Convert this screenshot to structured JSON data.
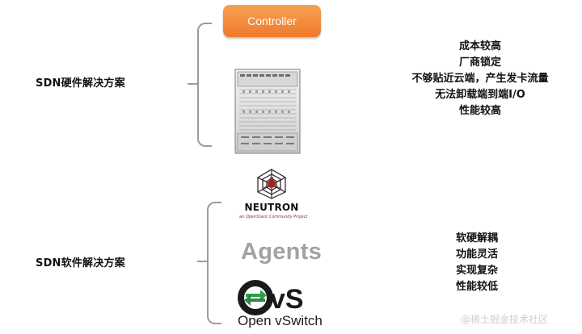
{
  "hardware": {
    "title": "SDN硬件解决方案",
    "controller_label": "Controller",
    "features": [
      "成本较高",
      "厂商锁定",
      "不够贴近云端，产生发卡流量",
      "无法卸载端到端I/O",
      "性能较高"
    ]
  },
  "software": {
    "title": "SDN软件解决方案",
    "components": {
      "neutron_title": "NEUTRON",
      "neutron_sub": "an OpenStack Community Project",
      "agents": "Agents",
      "ovs_caption": "Open vSwitch"
    },
    "features": [
      "软硬解耦",
      "功能灵活",
      "实现复杂",
      "性能较低"
    ]
  },
  "watermark": "@稀土掘金技术社区",
  "colors": {
    "controller_bg": "#ef7a2b",
    "agents_gray": "#a2a2a2",
    "ovs_green": "#2f9e4c",
    "neutron_red": "#9a2525"
  }
}
